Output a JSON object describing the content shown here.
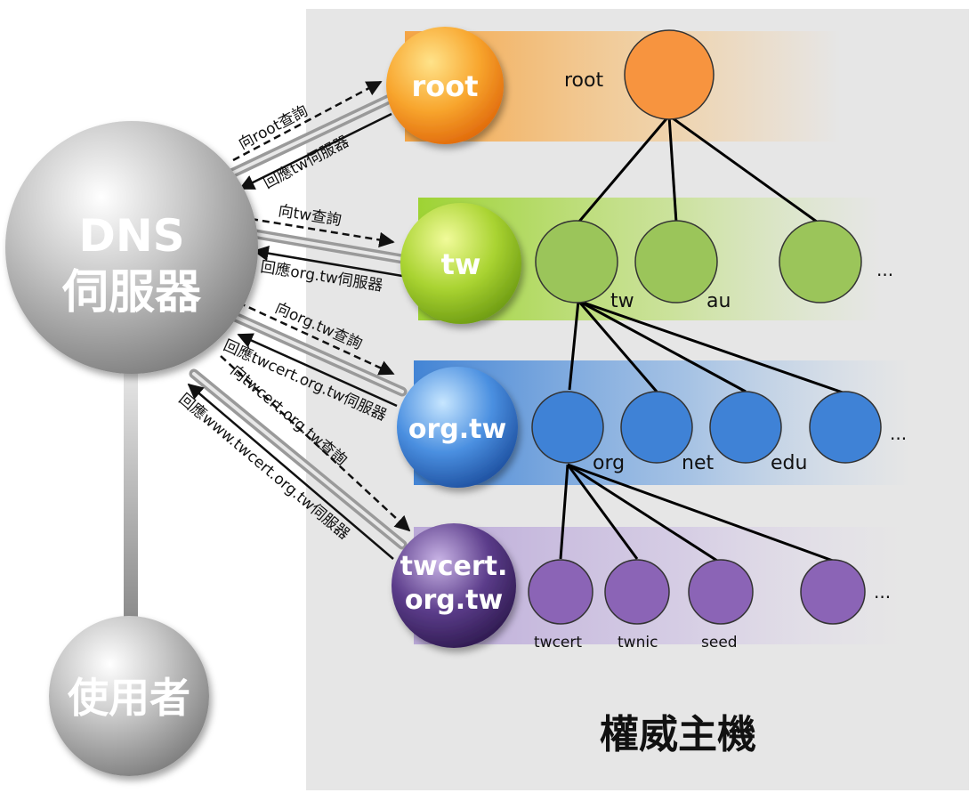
{
  "panel": {
    "title": "權威主機"
  },
  "dns_server": {
    "line1": "DNS",
    "line2": "伺服器"
  },
  "user": {
    "label": "使用者"
  },
  "servers": {
    "root": {
      "lines": [
        "root"
      ]
    },
    "tw": {
      "lines": [
        "tw"
      ]
    },
    "orgtw": {
      "lines": [
        "org.tw"
      ]
    },
    "twcert": {
      "lines": [
        "twcert.",
        "org.tw"
      ]
    }
  },
  "exchanges": [
    {
      "query": "向root查詢",
      "reply": "回應tw伺服器"
    },
    {
      "query": "向tw查詢",
      "reply": "回應org.tw伺服器"
    },
    {
      "query": "向org.tw查詢",
      "reply": "回應twcert.org.tw伺服器"
    },
    {
      "query": "向twcert.org.tw查詢",
      "reply": "回應www.twcert.org.tw伺服器"
    }
  ],
  "tree": {
    "root": {
      "label": "root"
    },
    "tw_level": {
      "labels": [
        "tw",
        "au",
        ""
      ],
      "more": "..."
    },
    "org_level": {
      "labels": [
        "org",
        "net",
        "edu",
        ""
      ],
      "more": "..."
    },
    "leaf_level": {
      "labels": [
        "twcert",
        "twnic",
        "seed",
        ""
      ],
      "more": "..."
    }
  },
  "colors": {
    "orange": "#f7943f",
    "green": "#9bc93b",
    "blue": "#3f82d6",
    "purple": "#8b64b6",
    "grey_ball": "#b3b3b3",
    "panel": "#e6e6e6"
  }
}
